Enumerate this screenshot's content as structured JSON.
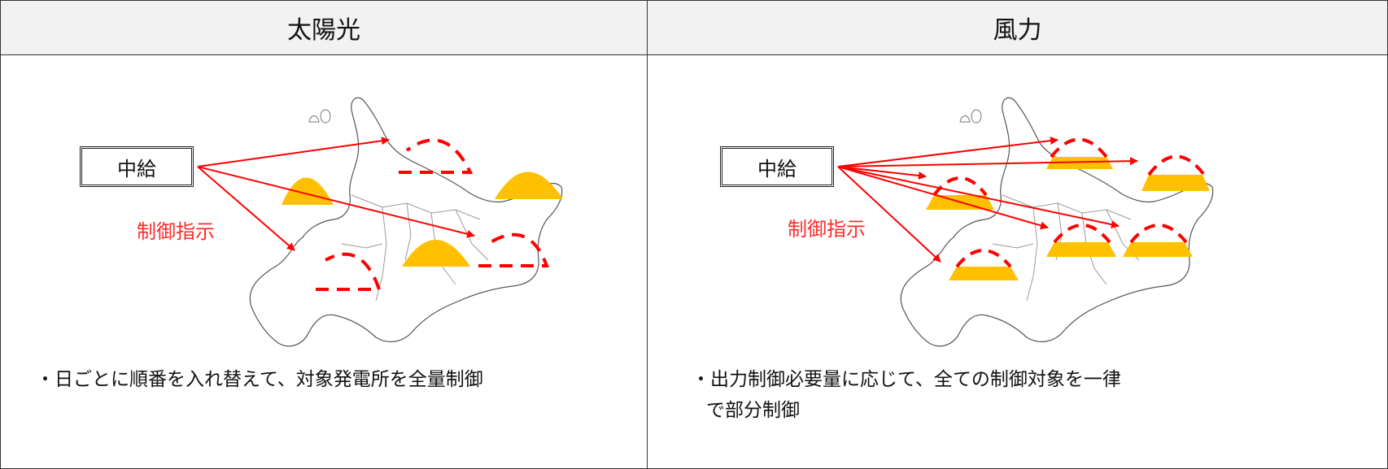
{
  "headers": {
    "solar": "太陽光",
    "wind": "風力"
  },
  "solar": {
    "center_label": "中給",
    "control_label": "制御指示",
    "note": "・日ごとに順番を入れ替えて、対象発電所を全量制御"
  },
  "wind": {
    "center_label": "中給",
    "control_label": "制御指示",
    "note_line1": "・出力制御必要量に応じて、全ての制御対象を一律",
    "note_line2": "で部分制御"
  },
  "colors": {
    "arrow": "#ff0000",
    "output_fill": "#ffc000",
    "border": "#333333",
    "header_bg": "#f2f2f2"
  }
}
